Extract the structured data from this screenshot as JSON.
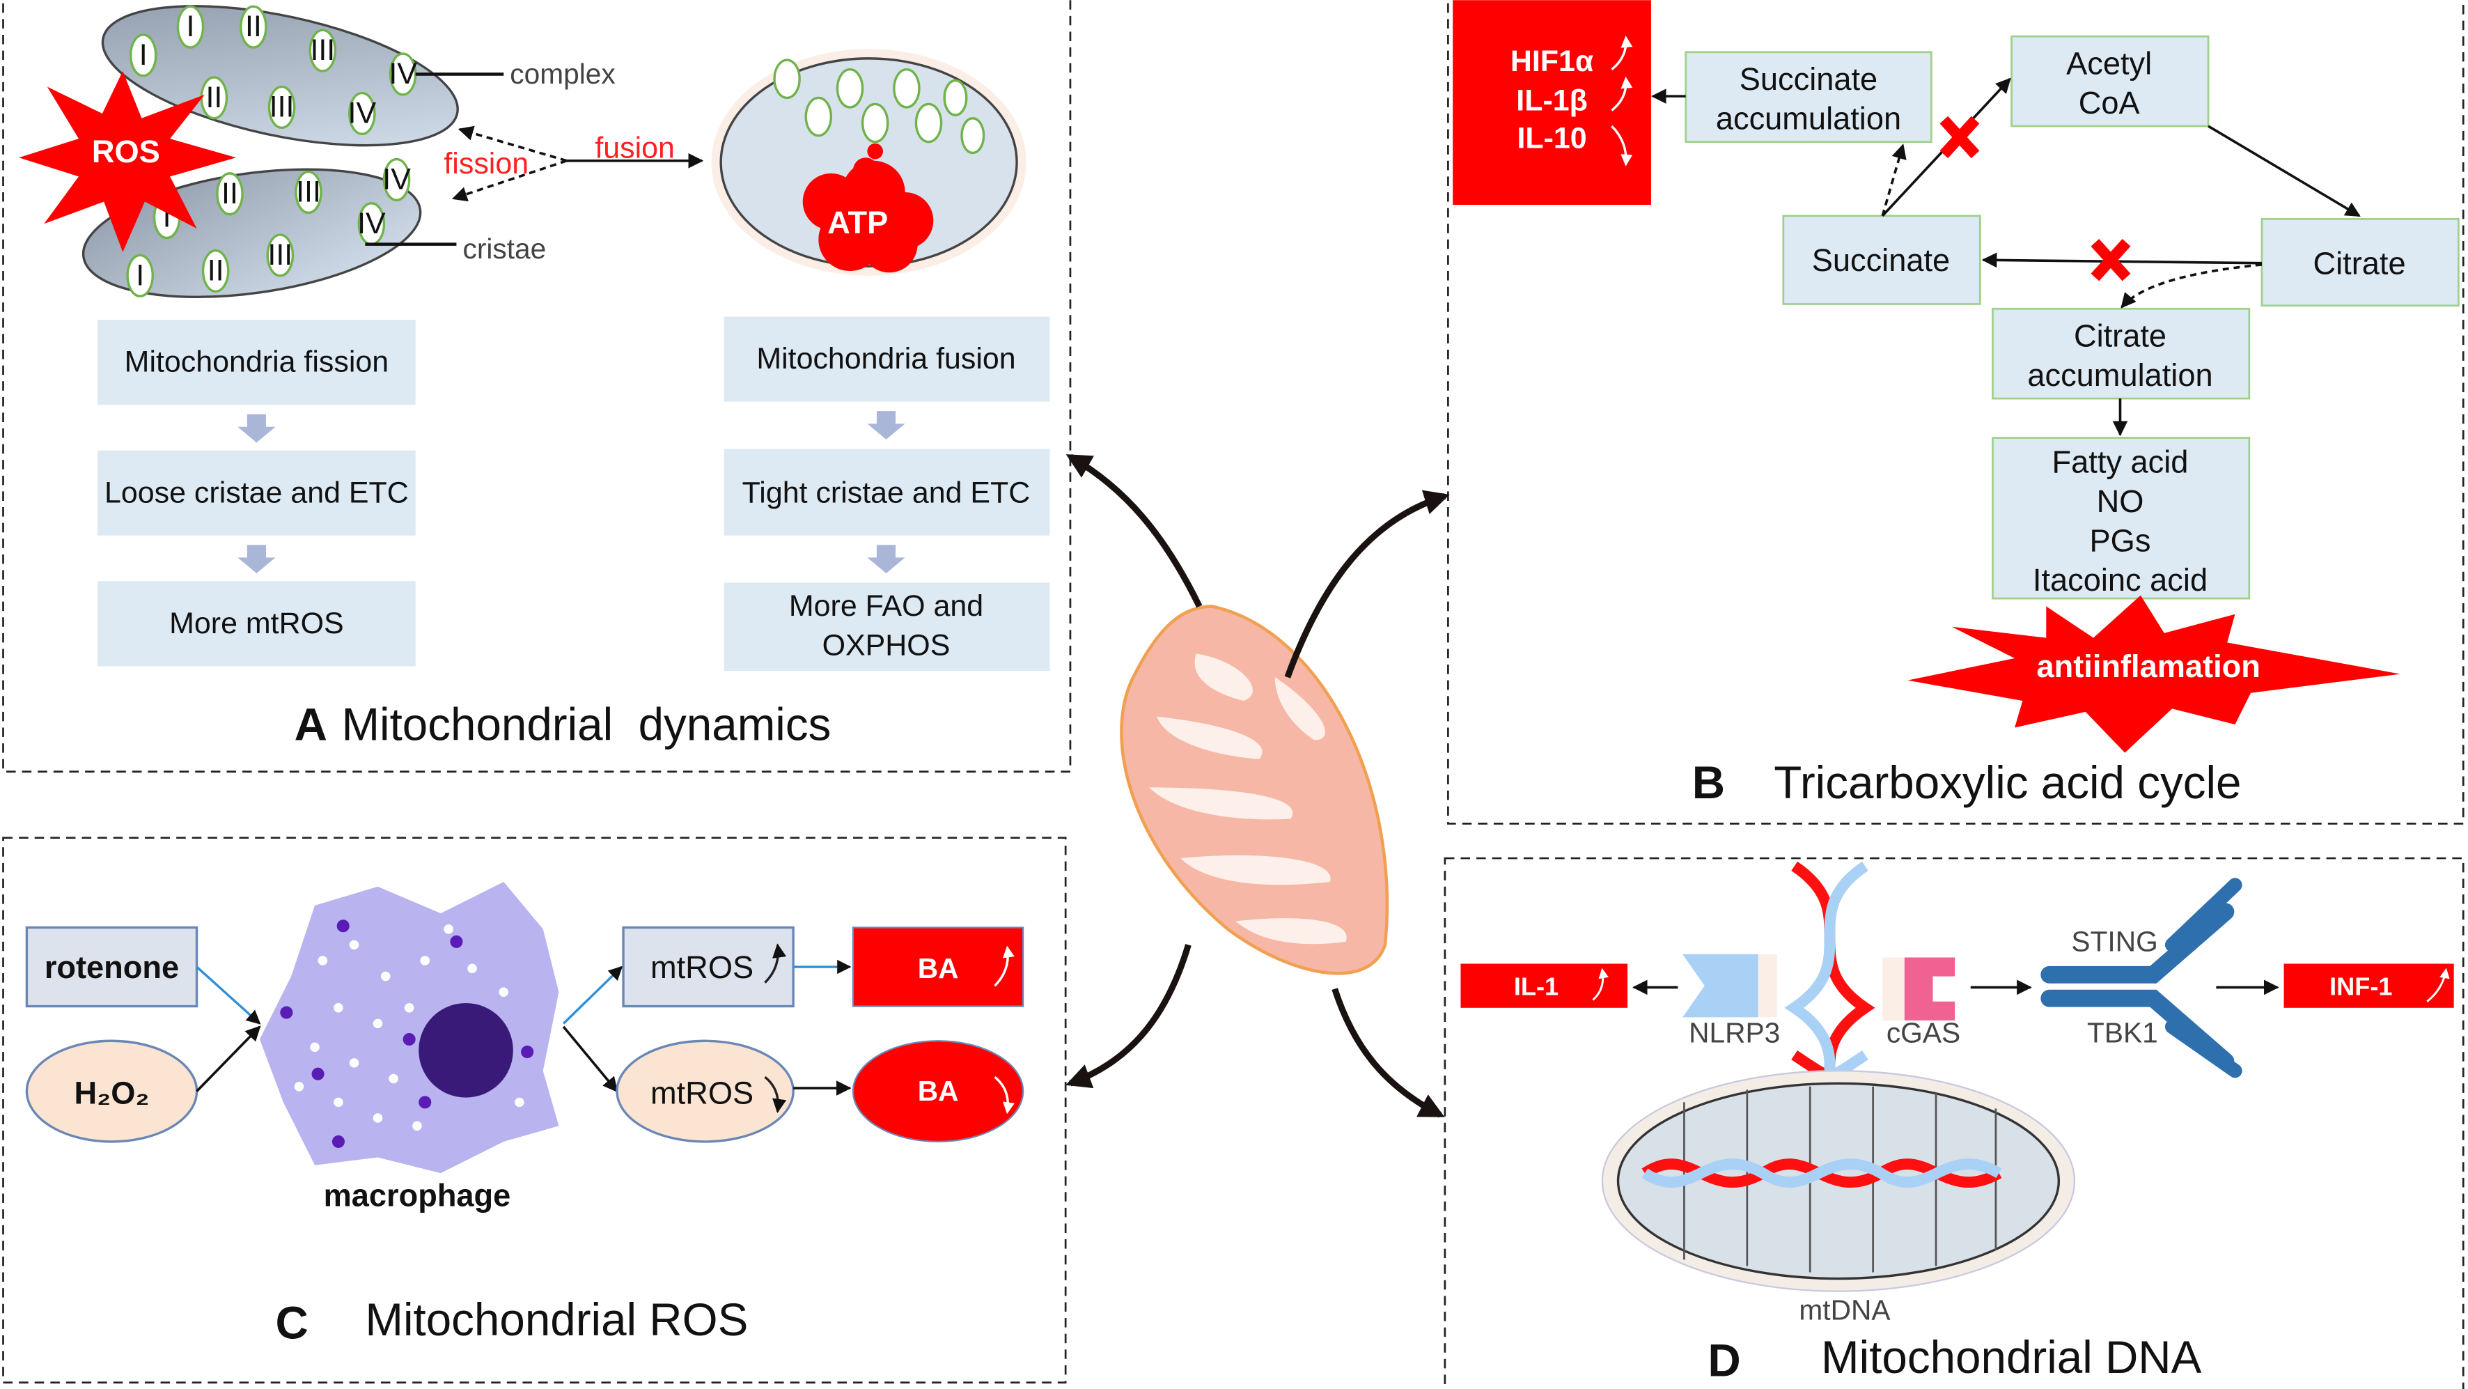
{
  "panel_a": {
    "letter": "A",
    "title": "Mitochondrial  dynamics",
    "labels": {
      "complex": "complex",
      "cristae": "cristae",
      "fission": "fission",
      "fusion": "fusion",
      "ros": "ROS",
      "atp": "ATP"
    },
    "complex_numerals": [
      "I",
      "II",
      "III",
      "IV"
    ],
    "fission_steps": [
      "Mitochondria fission",
      "Loose cristae and ETC",
      "More mtROS"
    ],
    "fusion_steps": [
      "Mitochondria fusion",
      "Tight cristae and ETC",
      "More FAO and",
      "OXPHOS"
    ]
  },
  "panel_b": {
    "letter": "B",
    "title": "Tricarboxylic acid cycle",
    "cytokines": [
      "HIF1α",
      "IL-1β",
      "IL-10"
    ],
    "cytokine_directions": [
      "up",
      "up",
      "down"
    ],
    "nodes": {
      "succinate_accum": [
        "Succinate",
        "accumulation"
      ],
      "acetyl": [
        "Acetyl",
        "CoA"
      ],
      "succinate": "Succinate",
      "citrate": "Citrate",
      "citrate_accum": [
        "Citrate",
        "accumulation"
      ],
      "products": [
        "Fatty acid",
        "NO",
        "PGs",
        "Itacoinc acid"
      ]
    },
    "burst": "antiinflamation"
  },
  "panel_c": {
    "letter": "C",
    "title": "Mitochondrial ROS",
    "rotenone": "rotenone",
    "h2o2": "H₂O₂",
    "macrophage": "macrophage",
    "mtros_up": "mtROS",
    "mtros_down": "mtROS",
    "ba_up": "BA",
    "ba_down": "BA"
  },
  "panel_d": {
    "letter": "D",
    "title": "Mitochondrial DNA",
    "il1": "IL-1",
    "inf1": "INF-1",
    "nlrp3": "NLRP3",
    "cgas": "cGAS",
    "sting": "STING",
    "tbk1": "TBK1",
    "mtdna": "mtDNA"
  },
  "colors": {
    "red": "#ff0000",
    "box_fill": "#dde9f3",
    "box_border": "#9fd08a",
    "sting_blue": "#2e6fad",
    "nlrp3_blue": "#a9d0f5",
    "cgas_pink": "#f06292",
    "mito_pink": "#f6b7a6",
    "mito_outline": "#f0a050",
    "macrophage_purple": "#b9b3f0"
  }
}
